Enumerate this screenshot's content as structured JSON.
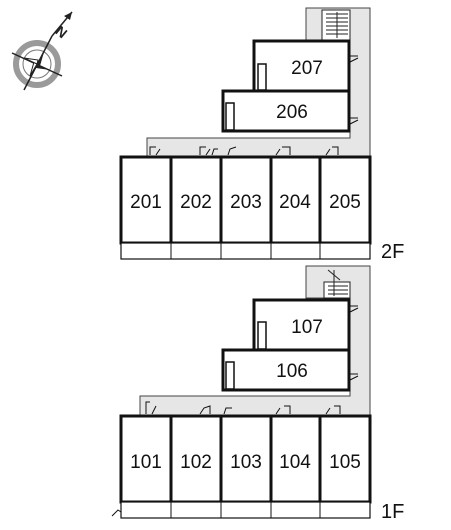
{
  "compass": {
    "north_label": "N",
    "icon": "compass-rose-icon"
  },
  "floors": [
    {
      "label": "2F",
      "rooms": [
        "201",
        "202",
        "203",
        "204",
        "205",
        "206",
        "207"
      ]
    },
    {
      "label": "1F",
      "rooms": [
        "101",
        "102",
        "103",
        "104",
        "105",
        "106",
        "107"
      ]
    }
  ],
  "colors": {
    "corridor": "#e6e6e6",
    "wall": "#111111",
    "compass_ring": "#9a9a9a"
  }
}
